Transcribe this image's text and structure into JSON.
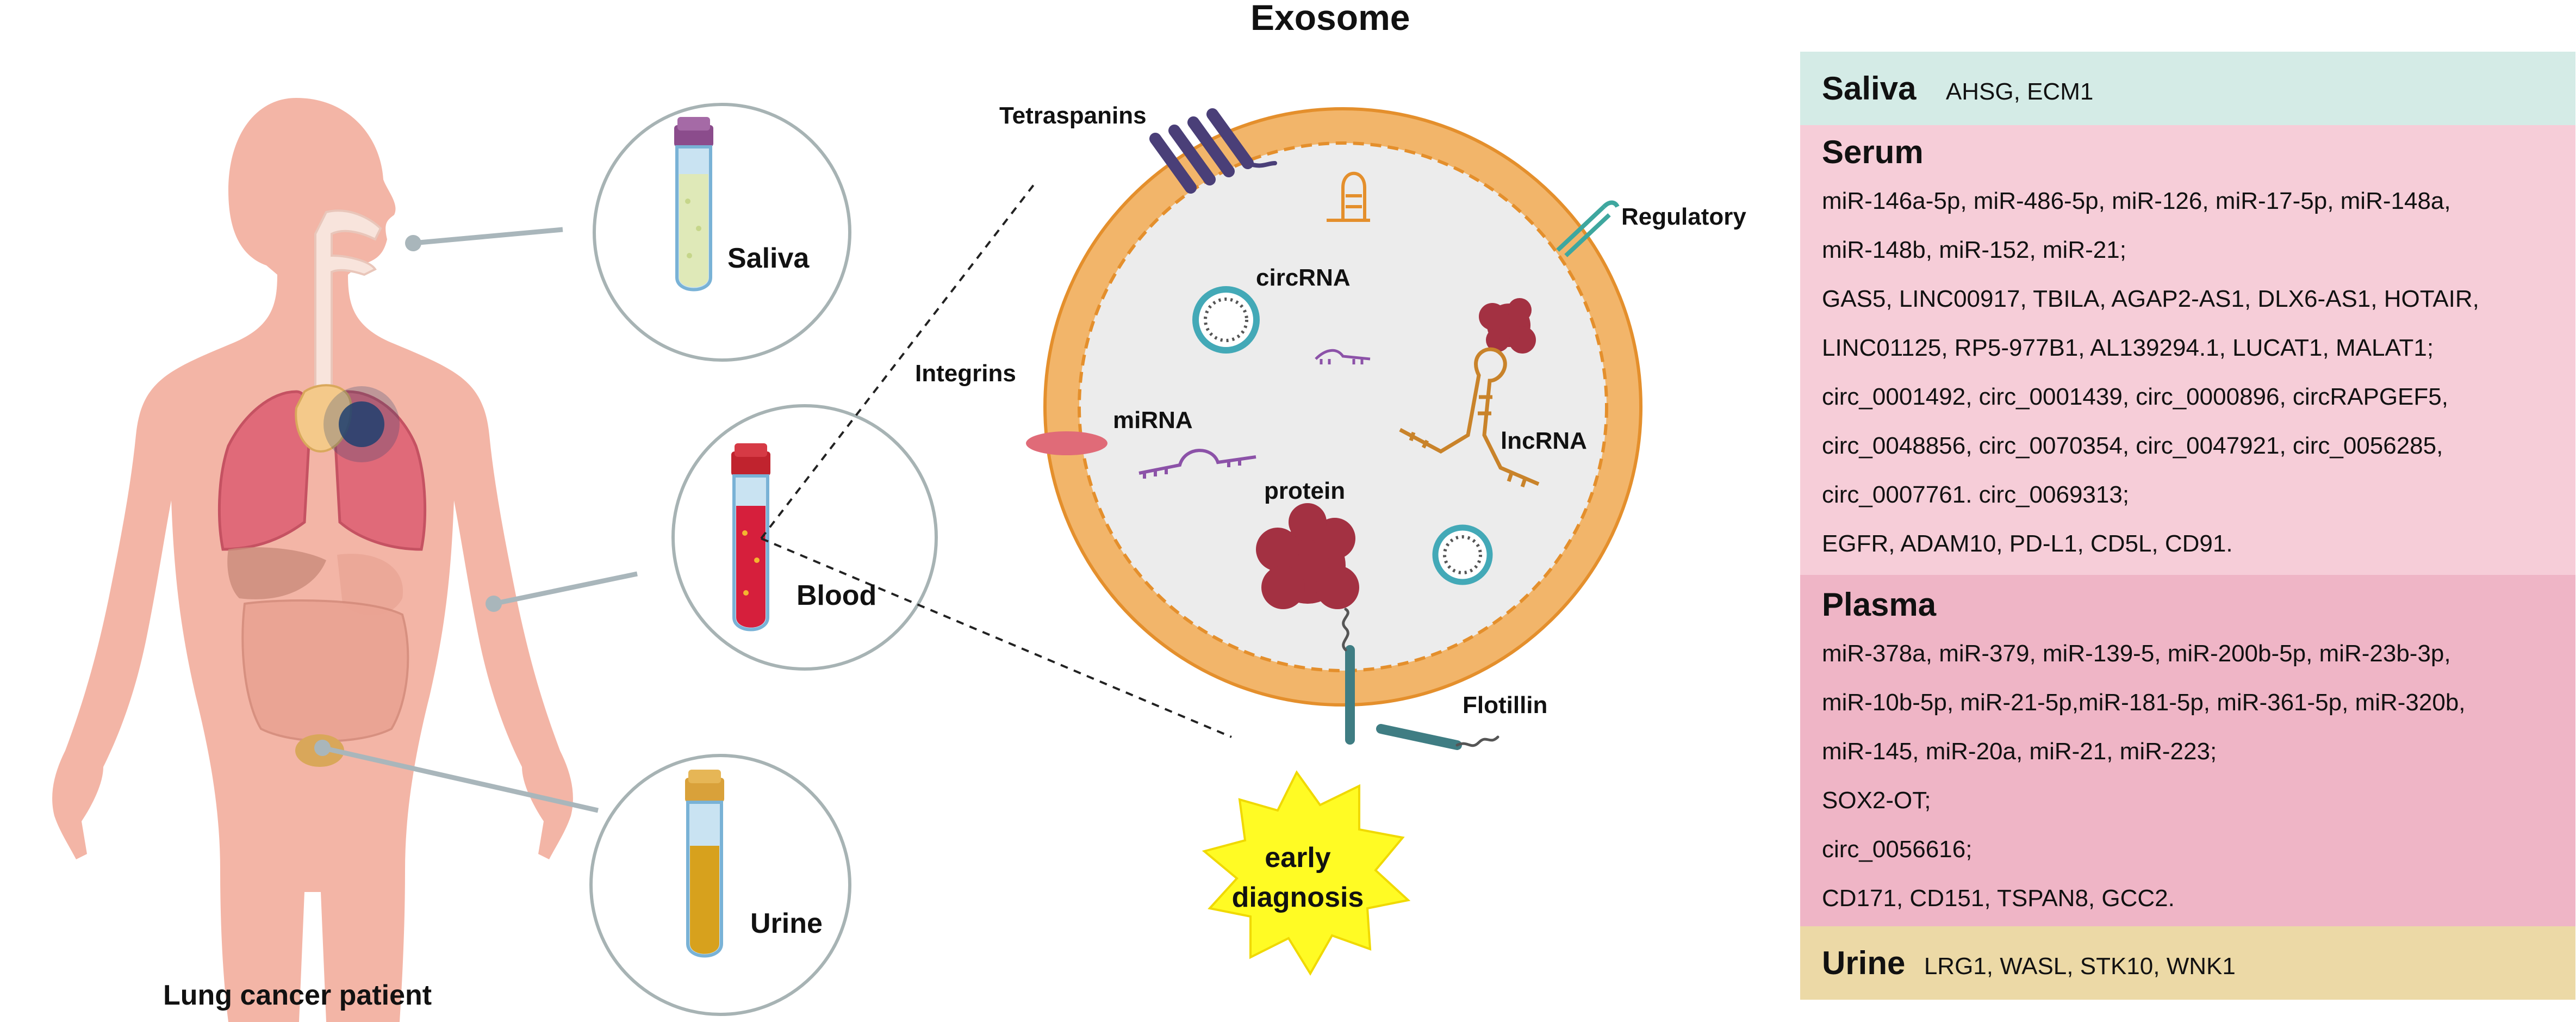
{
  "title": "Exosome",
  "patient_label": "Lung cancer patient",
  "samples": {
    "saliva": "Saliva",
    "blood": "Blood",
    "urine": "Urine"
  },
  "exosome_parts": {
    "tetraspanins": "Tetraspanins",
    "regulatory": "Regulatory",
    "circrna": "circRNA",
    "integrins": "Integrins",
    "mirna": "miRNA",
    "lncrna": "lncRNA",
    "protein": "protein",
    "flotillin": "Flotillin"
  },
  "outcome": {
    "line1": "early",
    "line2": "diagnosis"
  },
  "panel": {
    "saliva": {
      "heading": "Saliva",
      "markers": "AHSG, ECM1",
      "color": "#d4ebe6"
    },
    "serum": {
      "heading": "Serum",
      "color": "#f6cdd8",
      "lines": [
        "miR-146a-5p, miR-486-5p,  miR-126, miR-17-5p, miR-148a,",
        "miR-148b, miR-152, miR-21;",
        "GAS5, LINC00917, TBILA, AGAP2-AS1, DLX6-AS1, HOTAIR,",
        "LINC01125, RP5-977B1, AL139294.1, LUCAT1, MALAT1;",
        "circ_0001492, circ_0001439, circ_0000896, circRAPGEF5,",
        "circ_0048856, circ_0070354, circ_0047921, circ_0056285,",
        "circ_0007761. circ_0069313;",
        "EGFR, ADAM10, PD-L1, CD5L, CD91."
      ]
    },
    "plasma": {
      "heading": "Plasma",
      "color": "#efb5c6",
      "lines": [
        "miR-378a, miR-379, miR-139-5, miR-200b-5p, miR-23b-3p,",
        "miR-10b-5p, miR-21-5p,miR-181-5p, miR-361-5p, miR-320b,",
        "miR-145, miR-20a, miR-21, miR-223;",
        "SOX2-OT;",
        "circ_0056616;",
        "CD171, CD151, TSPAN8, GCC2."
      ]
    },
    "urine": {
      "heading": "Urine",
      "markers": "LRG1, WASL, STK10, WNK1",
      "color": "#ecd9a6"
    }
  }
}
